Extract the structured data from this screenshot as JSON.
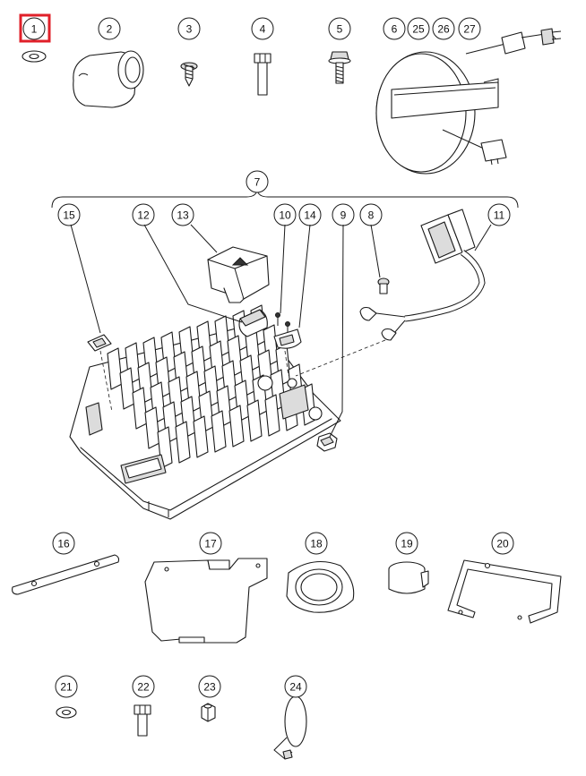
{
  "highlight": {
    "color": "#e0202a",
    "callout": "1"
  },
  "callouts": [
    "1",
    "2",
    "3",
    "4",
    "5",
    "6",
    "25",
    "26",
    "27",
    "7",
    "15",
    "12",
    "13",
    "10",
    "14",
    "9",
    "8",
    "11",
    "16",
    "17",
    "18",
    "19",
    "20",
    "21",
    "22",
    "23",
    "24"
  ]
}
